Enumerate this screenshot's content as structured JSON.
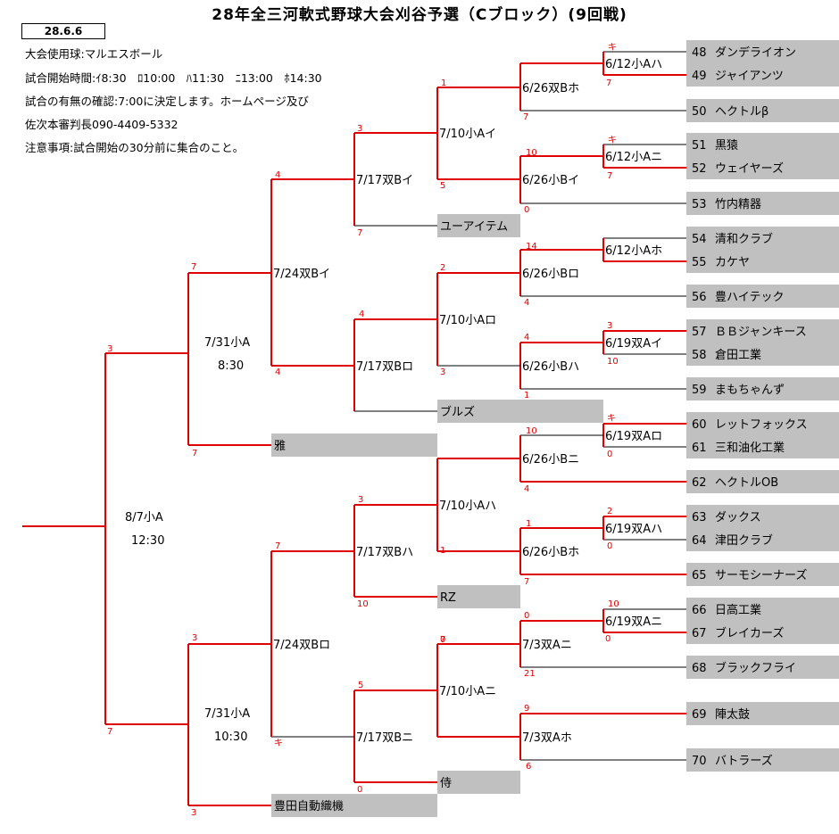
{
  "header": {
    "date": "28.6.6",
    "title": "28年全三河軟式野球大会刈谷予選（Cブロック）(9回戦)"
  },
  "notes": [
    "大会使用球:マルエスボール",
    "試合開始時間:ｲ8:30　ﾛ10:00　ﾊ11:30　ﾆ13:00　ﾎ14:30",
    "試合の有無の確認:7:00に決定します。ホームページ及び",
    "佐次本審判長090-4409-5332",
    "注意事項:試合開始の30分前に集合のこと。"
  ],
  "teams": [
    {
      "no": "48",
      "name": "ダンデライオン"
    },
    {
      "no": "49",
      "name": "ジャイアンツ"
    },
    {
      "no": "50",
      "name": "ヘクトルβ"
    },
    {
      "no": "51",
      "name": "黒猿"
    },
    {
      "no": "52",
      "name": "ウェイヤーズ"
    },
    {
      "no": "53",
      "name": "竹内精器"
    },
    {
      "no": "54",
      "name": "清和クラブ"
    },
    {
      "no": "55",
      "name": "カケヤ"
    },
    {
      "no": "56",
      "name": "豊ハイテック"
    },
    {
      "no": "57",
      "name": "ＢＢジャンキース"
    },
    {
      "no": "58",
      "name": "倉田工業"
    },
    {
      "no": "59",
      "name": "まもちゃんず"
    },
    {
      "no": "60",
      "name": "レットフォックス"
    },
    {
      "no": "61",
      "name": "三和油化工業"
    },
    {
      "no": "62",
      "name": "ヘクトルOB"
    },
    {
      "no": "63",
      "name": "ダックス"
    },
    {
      "no": "64",
      "name": "津田クラブ"
    },
    {
      "no": "65",
      "name": "サーモシーナーズ"
    },
    {
      "no": "66",
      "name": "日高工業"
    },
    {
      "no": "67",
      "name": "ブレイカーズ"
    },
    {
      "no": "68",
      "name": "ブラックフライ"
    },
    {
      "no": "69",
      "name": "陣太鼓"
    },
    {
      "no": "70",
      "name": "バトラーズ"
    }
  ],
  "seeds": [
    "ユーアイテム",
    "ブルズ",
    "雅",
    "RZ",
    "侍",
    "豊田自動織機"
  ],
  "matches": [
    "6/12小Aハ",
    "6/26双Bホ",
    "6/12小Aニ",
    "6/26小Bイ",
    "7/10小Aイ",
    "6/12小Aホ",
    "6/26小Bロ",
    "6/19双Aイ",
    "6/26小Bハ",
    "7/10小Aロ",
    "7/17双Bイ",
    "7/17双Bロ",
    "7/24双Bイ",
    "6/19双Aロ",
    "6/26小Bニ",
    "6/19双Aハ",
    "6/26小Bホ",
    "7/10小Aハ",
    "6/19双Aニ",
    "7/3双Aニ",
    "7/3双Aホ",
    "7/10小Aニ",
    "7/17双Bハ",
    "7/17双Bニ",
    "7/24双Bロ",
    "7/31小A",
    "8:30",
    "7/31小A",
    "10:30",
    "8/7小A",
    "12:30"
  ],
  "scores": [
    "キ",
    "7",
    "7",
    "キ",
    "7",
    "10",
    "0",
    "1",
    "5",
    "14",
    "4",
    "3",
    "7",
    "4",
    "2",
    "3",
    "4",
    "4",
    "1",
    "3",
    "10",
    "4",
    "7",
    "7",
    "3",
    "キ",
    "0",
    "10",
    "4",
    "2",
    "0",
    "1",
    "7",
    "3",
    "10",
    "1",
    "7",
    "0",
    "21",
    "10",
    "0",
    "7",
    "キ",
    "9",
    "6",
    "0",
    "5",
    "0",
    "3",
    "3",
    "7",
    "3",
    "0",
    "1",
    "5",
    "3"
  ],
  "colors": {
    "win": "#e00000",
    "lose": "#000000",
    "box": "#c0c0c0"
  }
}
